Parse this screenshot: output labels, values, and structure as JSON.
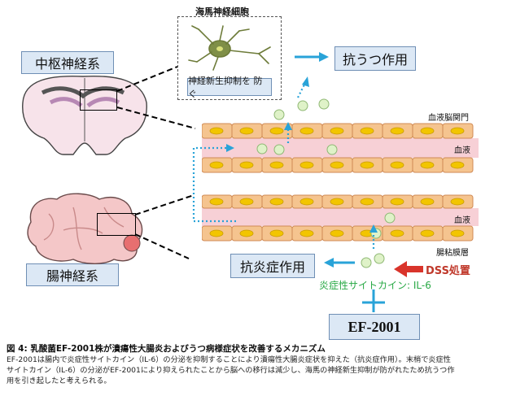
{
  "neuron": {
    "title": "海馬神経細胞",
    "inhibit_label": "神経新生抑制を 防ぐ"
  },
  "labels": {
    "cns": "中枢神経系",
    "ens": "腸神経系",
    "antidepressant": "抗うつ作用",
    "antiinflammatory": "抗炎症作用",
    "bbb": "血液脳関門",
    "blood_upper": "血液",
    "blood_lower": "血液",
    "mucosa": "腸粘膜層",
    "dss": "DSS処置",
    "cytokine": "炎症性サイトカイン: IL-6",
    "ef": "EF-2001"
  },
  "caption": {
    "title": "図 4: 乳酸菌EF-2001株が潰瘍性大腸炎およびうつ病様症状を改善するメカニズム",
    "line1": "EF-2001は腸内で炎症性サイトカイン（IL-6）の分泌を抑制することにより潰瘍性大腸炎症状を抑えた（抗炎症作用）。末梢で炎症性",
    "line2": "サイトカイン（IL-6）の分泌がEF-2001により抑えられたことから脳への移行は減少し、海馬の神経新生抑制が防がれたため抗うつ作",
    "line3": "用を引き起したと考えられる。"
  },
  "colors": {
    "arrow_blue": "#29a3d8",
    "cell_orange": "#f5c48f",
    "nucleus": "#f2c500",
    "blood": "#f7d0d6",
    "il6_green": "#d9f0c6",
    "dss_red": "#d9342b"
  }
}
